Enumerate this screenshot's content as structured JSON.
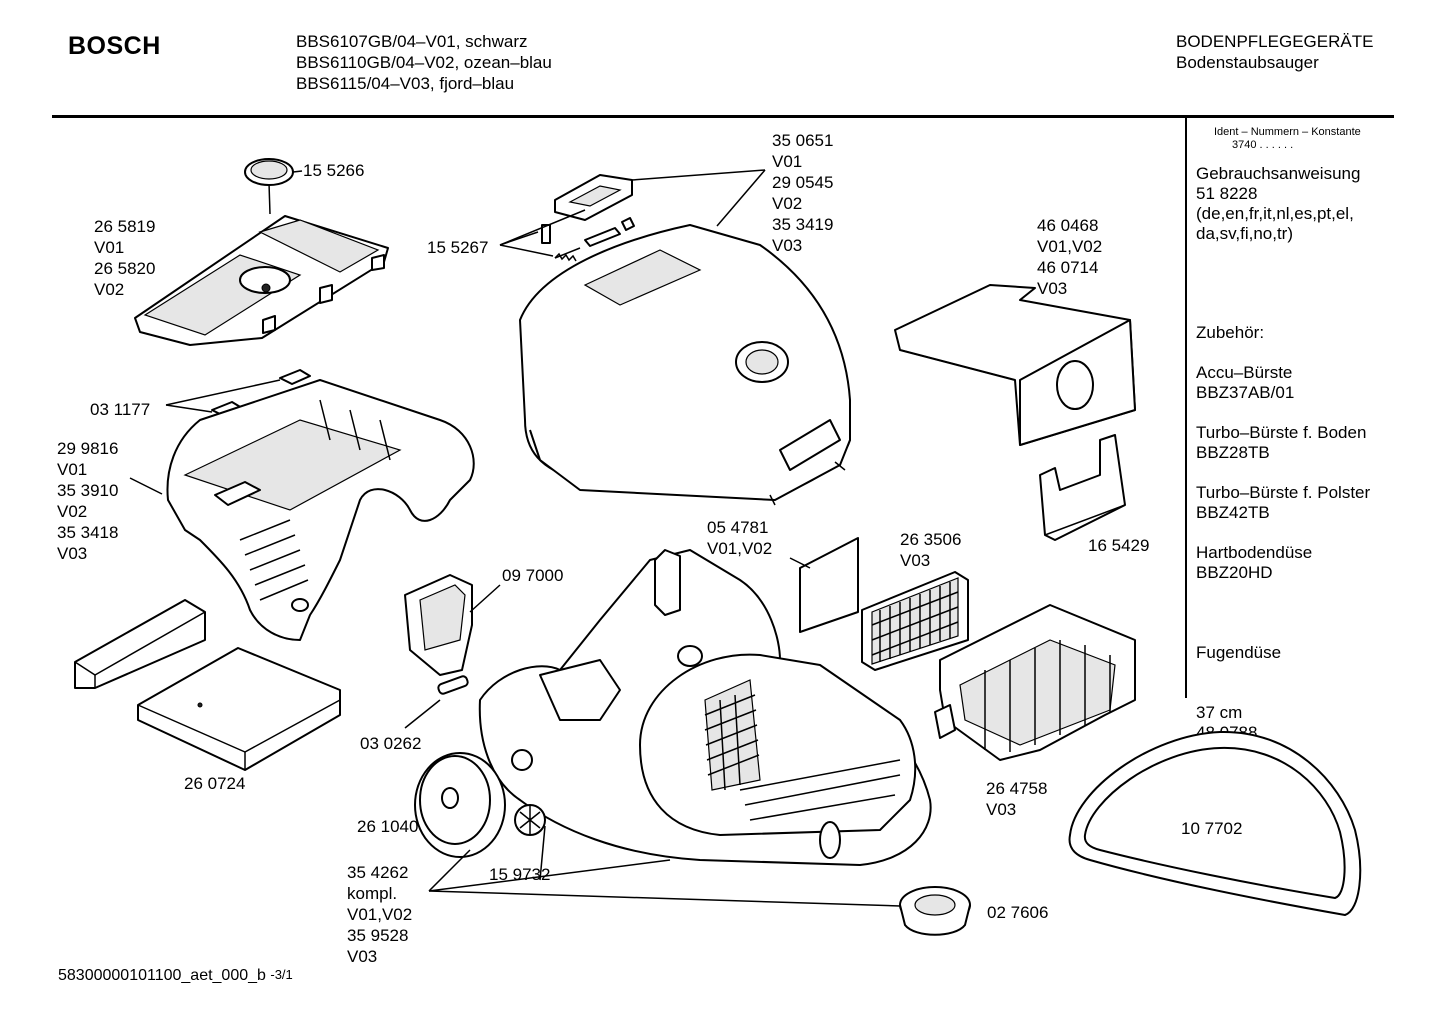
{
  "header": {
    "brand": "BOSCH",
    "models": [
      "BBS6107GB/04–V01, schwarz",
      "BBS6110GB/04–V02, ozean–blau",
      "BBS6115/04–V03, fjord–blau"
    ],
    "category": [
      "BODENPFLEGEGERÄTE",
      "Bodenstaubsauger"
    ]
  },
  "sidebar": {
    "ident_title": "Ident – Nummern – Konstante",
    "ident_value": "3740   . .    . . . .",
    "manual": [
      "Gebrauchsanweisung",
      "51 8228",
      "(de,en,fr,it,nl,es,pt,el,",
      "da,sv,fi,no,tr)"
    ],
    "accessories_title": "Zubehör:",
    "accessories": [
      {
        "name": "Accu–Bürste",
        "code": "BBZ37AB/01"
      },
      {
        "name": "Turbo–Bürste f. Boden",
        "code": "BBZ28TB"
      },
      {
        "name": "Turbo–Bürste f. Polster",
        "code": "BBZ42TB"
      },
      {
        "name": "Hartbodendüse",
        "code": "BBZ20HD"
      },
      {
        "name": "Fugendüse",
        "code": "37 cm\n48 0788"
      }
    ]
  },
  "parts": {
    "p155266": "15 5266",
    "p265819": "26 5819\nV01\n26 5820\nV02",
    "p350651": "35 0651\nV01\n29 0545\nV02\n35 3419\nV03",
    "p155267": "15 5267",
    "p460468": "46 0468\nV01,V02\n46 0714\nV03",
    "p031177": "03 1177",
    "p299816": "29 9816\nV01\n35 3910\nV02\n35 3418\nV03",
    "p054781": "05 4781\nV01,V02",
    "p263506": "26 3506\nV03",
    "p165429": "16 5429",
    "p097000": "09 7000",
    "p260724": "26 0724",
    "p030262": "03 0262",
    "p264758": "26 4758\nV03",
    "p261040": "26 1040",
    "p107702": "10 7702",
    "p354262": "35 4262\nkompl.\nV01,V02\n35 9528\nV03",
    "p159732": "15 9732",
    "p027606": "02 7606"
  },
  "footer": {
    "code": "58300000101100_aet_000_b",
    "page": "-3/1"
  }
}
